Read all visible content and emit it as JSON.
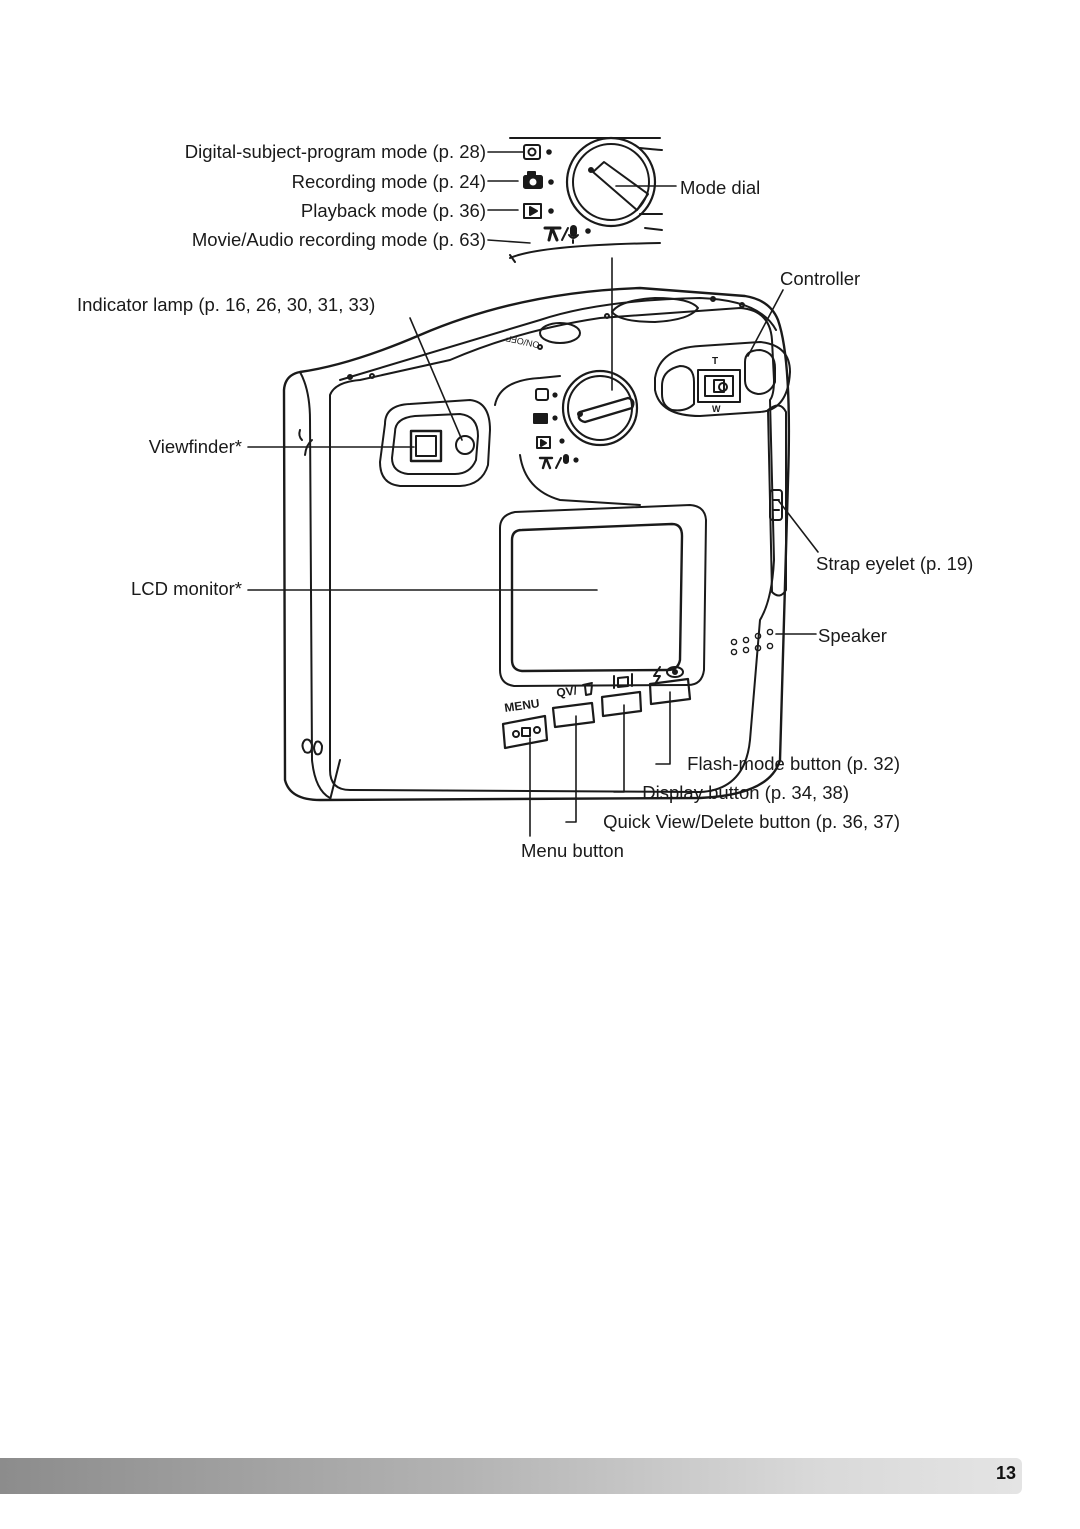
{
  "labels": {
    "digital_subject_program": "Digital-subject-program mode (p. 28)",
    "recording": "Recording mode (p. 24)",
    "playback": "Playback mode (p. 36)",
    "movie_audio": "Movie/Audio recording mode (p. 63)",
    "mode_dial": "Mode dial",
    "controller": "Controller",
    "indicator_lamp": "Indicator lamp (p. 16, 26, 30, 31, 33)",
    "viewfinder": "Viewfinder*",
    "lcd_monitor": "LCD monitor*",
    "strap_eyelet": "Strap eyelet (p. 19)",
    "speaker": "Speaker",
    "flash_mode_button": "Flash-mode button (p. 32)",
    "display_button": "Display button (p. 34, 38)",
    "quick_view_delete_button": "Quick View/Delete button (p. 36, 37)",
    "menu_button": "Menu button"
  },
  "camera_markings": {
    "menu": "MENU",
    "qv": "QV/",
    "tele": "T",
    "wide": "W",
    "power": "ON/OFF"
  },
  "footer": {
    "page_number": "13"
  }
}
